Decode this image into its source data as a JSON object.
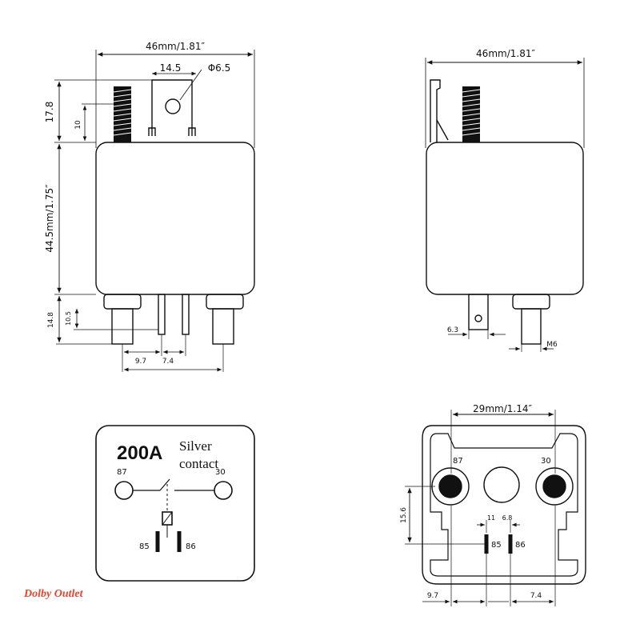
{
  "front_view": {
    "width_dim": "46mm/1.81″",
    "tab_dim": "14.5",
    "hole_dim": "Φ6.5",
    "top_dim": "17.8",
    "tab_height_dim": "10",
    "height_dim": "44.5mm/1.75″",
    "pin_len_dim": "14.8",
    "pin_small_dim": "10.5",
    "pitch_left_dim": "9.7",
    "pitch_right_dim": "7.4"
  },
  "side_view": {
    "width_dim": "46mm/1.81″",
    "tab_width_dim": "6.3",
    "thread_dim": "M6"
  },
  "schematic": {
    "rating": "200A",
    "contact_line1": "Silver",
    "contact_line2": "contact",
    "pin_87": "87",
    "pin_30": "30",
    "pin_85": "85",
    "pin_86": "86"
  },
  "bottom_view": {
    "width_dim": "29mm/1.14″",
    "pin_87": "87",
    "pin_30": "30",
    "pin_85": "85",
    "pin_86": "86",
    "vertical_dim": "15.6",
    "gap_left_dim": "11",
    "gap_right_dim": "6.8",
    "pitch_left_dim": "9.7",
    "pitch_right_dim": "7.4"
  },
  "watermark": "Dolby Outlet"
}
